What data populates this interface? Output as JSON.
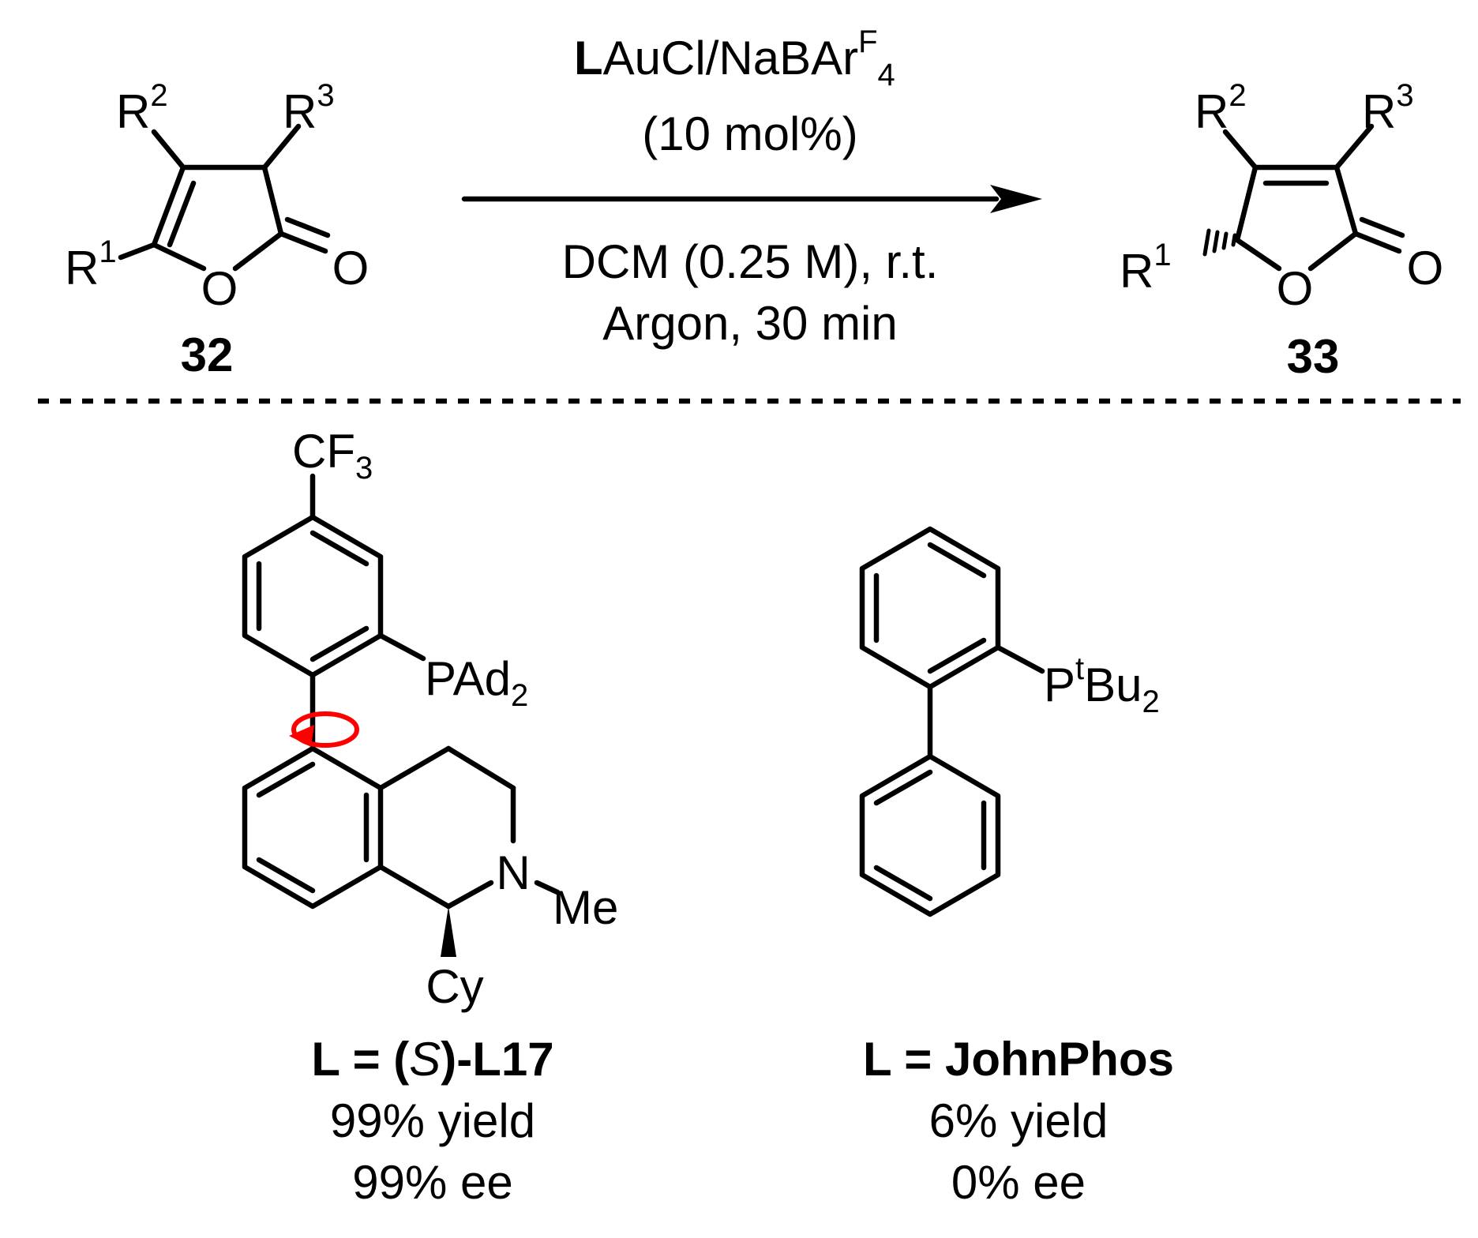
{
  "reaction": {
    "catalyst": {
      "bold_prefix": "L",
      "text": "AuCl/NaBAr",
      "sup": "F",
      "sub": "4"
    },
    "loading": "(10 mol%)",
    "conditions_line1": "DCM (0.25 M), r.t.",
    "conditions_line2": "Argon, 30 min"
  },
  "compound_32": {
    "id": "32",
    "r1": "R",
    "r1_sup": "1",
    "r2": "R",
    "r2_sup": "2",
    "r3": "R",
    "r3_sup": "3",
    "ring_o": "O",
    "carbonyl_o": "O"
  },
  "compound_33": {
    "id": "33",
    "r1": "R",
    "r1_sup": "1",
    "r2": "R",
    "r2_sup": "2",
    "r3": "R",
    "r3_sup": "3",
    "ring_o": "O",
    "carbonyl_o": "O"
  },
  "ligand_l17": {
    "cf3": "CF",
    "cf3_sub": "3",
    "pad": "PAd",
    "pad_sub": "2",
    "n": "N",
    "me": "Me",
    "cy": "Cy",
    "name_prefix": "L = (",
    "name_stereo": "S",
    "name_suffix": ")-L17",
    "yield": "99% yield",
    "ee": "99% ee"
  },
  "ligand_johnphos": {
    "p": "P",
    "p_sup": "t",
    "bu": "Bu",
    "bu_sub": "2",
    "name": "L = JohnPhos",
    "yield": "6% yield",
    "ee": "0% ee"
  },
  "colors": {
    "ink": "#000000",
    "rotation_arrow": "#ff0000"
  }
}
